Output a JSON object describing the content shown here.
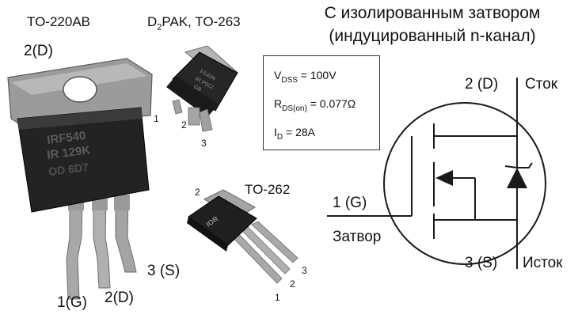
{
  "packages": {
    "to220": {
      "label": "TO-220AB",
      "pin_top": "2(D)",
      "pin1": "1(G)",
      "pin2": "2(D)",
      "pin3": "3 (S)",
      "marking_lines": [
        "IRF540",
        "IR 129K",
        "OD 6D7"
      ]
    },
    "d2pak": {
      "label_prefix": "D",
      "label_sub": "2",
      "label_suffix": "PAK, TO-263",
      "pin1": "1",
      "pin2": "2",
      "pin3": "3",
      "marking_lines": [
        "F540N",
        "IR P022",
        "GB"
      ]
    },
    "to262": {
      "label": "TO-262",
      "pin1": "1",
      "pin2": "2",
      "pin3": "3",
      "pin_top": "2",
      "marking": "IOR"
    }
  },
  "specs": {
    "vdss": {
      "sym": "V",
      "sub": "DSS",
      "value": " = 100V"
    },
    "rds": {
      "sym": "R",
      "sub": "DS(on)",
      "value": " = 0.077Ω"
    },
    "id": {
      "sym": "I",
      "sub": "D",
      "value": " = 28A"
    }
  },
  "symbol": {
    "heading_line1": "С изолированным затвором",
    "heading_line2": "(индуцированный n-канал)",
    "drain_pin": "2 (D)",
    "drain_name": "Сток",
    "gate_pin": "1 (G)",
    "gate_name": "Затвор",
    "source_pin": "3 (S)",
    "source_name": "Исток"
  }
}
